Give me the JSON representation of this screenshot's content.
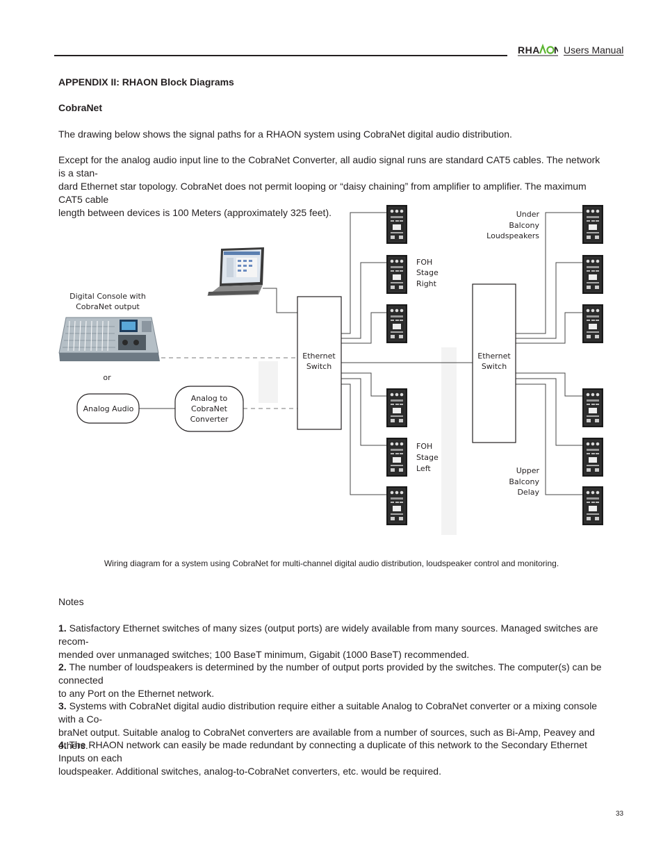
{
  "header": {
    "brand": "RHAON",
    "title": "Users Manual"
  },
  "appendix_title": "APPENDIX II:  RHAON Block Diagrams",
  "section_title": "CobraNet",
  "intro": "The drawing below shows the signal paths for a RHAON system using CobraNet digital audio distribution.",
  "body": [
    "Except for the analog audio input line to the CobraNet Converter, all audio signal runs are standard CAT5 cables. The network is a stan-",
    "dard Ethernet star topology. CobraNet does not permit looping or “daisy chaining” from amplifier to amplifier. The maximum CAT5 cable",
    "length between devices is 100 Meters (approximately 325 feet)."
  ],
  "diagram": {
    "console_label": [
      "Digital Console with",
      "CobraNet output"
    ],
    "or_label": "or",
    "analog_audio": "Analog Audio",
    "converter_label": [
      "Analog to",
      "CobraNet",
      "Converter"
    ],
    "switch_left": [
      "Ethernet",
      "Switch"
    ],
    "switch_right": [
      "Ethernet",
      "Switch"
    ],
    "foh_right": [
      "FOH",
      "Stage",
      "Right"
    ],
    "foh_left": [
      "FOH",
      "Stage",
      "Left"
    ],
    "under_balcony": [
      "Under",
      "Balcony",
      "Loudspeakers"
    ],
    "upper_balcony": [
      "Upper",
      "Balcony",
      "Delay"
    ],
    "icons": [
      "laptop-icon",
      "mixing-console-icon",
      "loudspeaker-module-icon"
    ]
  },
  "caption": "Wiring diagram for a system using CobraNet for multi-channel digital audio distribution, loudspeaker control and monitoring.",
  "notes_heading": "Notes",
  "notes": [
    {
      "num": "1.",
      "lines": [
        "Satisfactory Ethernet switches of many sizes (output ports) are widely available from many sources. Managed switches are recom-",
        "mended over unmanaged switches; 100 BaseT minimum, Gigabit (1000 BaseT) recommended."
      ]
    },
    {
      "num": "2.",
      "lines": [
        "The number of loudspeakers is determined by the number of output ports provided by the switches. The computer(s) can be connected",
        "to any Port on the Ethernet network."
      ]
    },
    {
      "num": "3.",
      "lines": [
        "Systems with CobraNet digital audio distribution require either a suitable Analog to CobraNet converter or a mixing console with a Co-",
        "braNet output. Suitable analog to CobraNet converters are available from a number of sources, such as Bi-Amp, Peavey and others."
      ]
    },
    {
      "num": "4.",
      "lines": [
        "The RHAON network can easily be made redundant by connecting a duplicate of this network to the Secondary Ethernet Inputs on each",
        "loudspeaker.  Additional switches, analog-to-CobraNet converters, etc. would be required."
      ]
    }
  ],
  "page_number": "33",
  "colors": {
    "text": "#231f20",
    "logo_green": "#5cb531"
  }
}
